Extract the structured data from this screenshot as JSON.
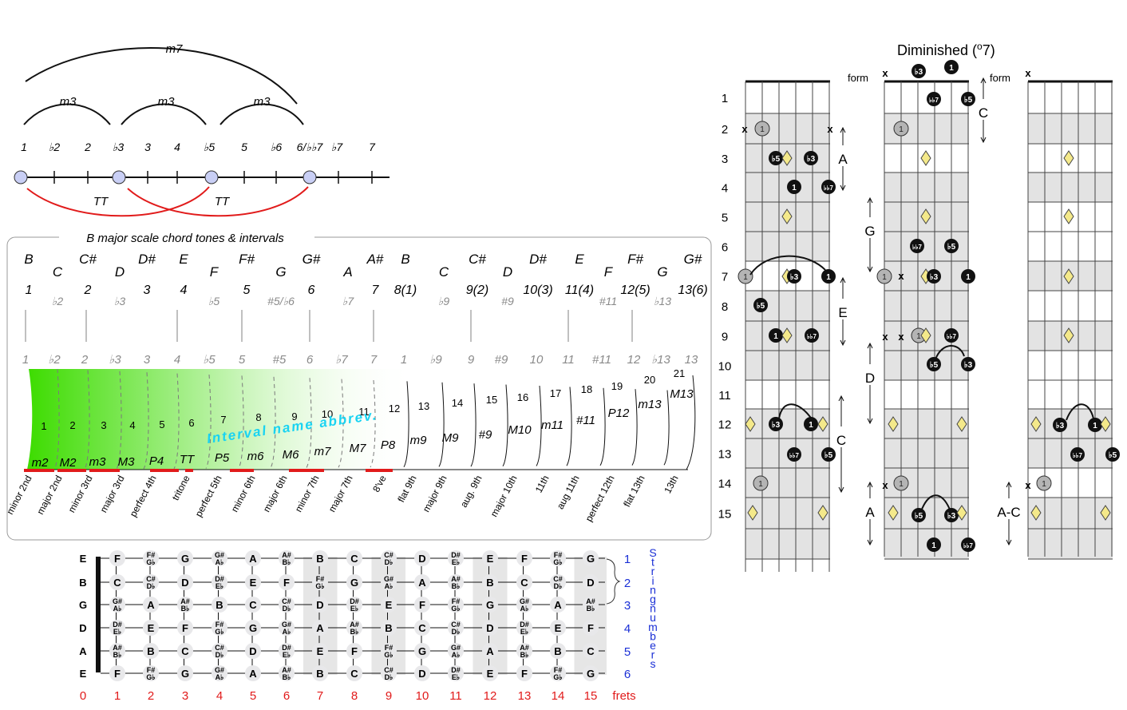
{
  "interval_line": {
    "degrees": [
      "1",
      "♭2",
      "2",
      "♭3",
      "3",
      "4",
      "♭5",
      "5",
      "♭6",
      "6/♭♭7",
      "♭7",
      "7"
    ],
    "arcs_top": [
      "m7",
      "m3",
      "m3",
      "m3"
    ],
    "tritones": [
      "TT",
      "TT"
    ]
  },
  "scale_box": {
    "title": "B major scale chord tones & intervals",
    "notes": [
      "B",
      "C",
      "C#",
      "D",
      "D#",
      "E",
      "F",
      "F#",
      "G",
      "G#",
      "A",
      "A#",
      "B",
      "C",
      "C#",
      "D",
      "D#",
      "E",
      "F",
      "F#",
      "G",
      "G#"
    ],
    "degrees": [
      "1",
      "♭2",
      "2",
      "♭3",
      "3",
      "4",
      "♭5",
      "5",
      "#5/♭6",
      "6",
      "♭7",
      "7",
      "8(1)",
      "♭9",
      "9(2)",
      "#9",
      "10(3)",
      "11(4)",
      "#11",
      "12(5)",
      "♭13",
      "13(6)"
    ],
    "degrees_small": [
      "1",
      "♭2",
      "2",
      "♭3",
      "3",
      "4",
      "♭5",
      "5",
      "#5",
      "6",
      "♭7",
      "7",
      "1",
      "♭9",
      "9",
      "#9",
      "10",
      "11",
      "#11",
      "12",
      "♭13",
      "13"
    ],
    "semitones": [
      "1",
      "2",
      "3",
      "4",
      "5",
      "6",
      "7",
      "8",
      "9",
      "10",
      "11",
      "12",
      "13",
      "14",
      "15",
      "16",
      "17",
      "18",
      "19",
      "20",
      "21"
    ],
    "abbrevs": [
      "m2",
      "M2",
      "m3",
      "M3",
      "P4",
      "TT",
      "P5",
      "m6",
      "M6",
      "m7",
      "M7",
      "P8",
      "m9",
      "M9",
      "#9",
      "M10",
      "m11",
      "#11",
      "P12",
      "m13",
      "M13"
    ],
    "names": [
      "minor 2nd",
      "major 2nd",
      "minor 3rd",
      "major 3rd",
      "perfect 4th",
      "tritone",
      "perfect 5th",
      "minor 6th",
      "major 6th",
      "minor 7th",
      "major 7th",
      "8've",
      "flat 9th",
      "major 9th",
      "aug. 9th",
      "major 10th",
      "11th",
      "aug 11th",
      "perfect 12th",
      "flat 13th",
      "13th"
    ],
    "overlay_label": "Interval name abbrev."
  },
  "fretboard": {
    "open_strings": [
      "E",
      "B",
      "G",
      "D",
      "A",
      "E"
    ],
    "rows": [
      [
        "F",
        "F#/G♭",
        "G",
        "G#/A♭",
        "A",
        "A#/B♭",
        "B",
        "C",
        "C#/D♭",
        "D",
        "D#/E♭",
        "E",
        "F",
        "F#/G♭",
        "G"
      ],
      [
        "C",
        "C#/D♭",
        "D",
        "D#/E♭",
        "E",
        "F",
        "F#/G♭",
        "G",
        "G#/A♭",
        "A",
        "A#/B♭",
        "B",
        "C",
        "C#/D♭",
        "D"
      ],
      [
        "G#/A♭",
        "A",
        "A#/B♭",
        "B",
        "C",
        "C#/D♭",
        "D",
        "D#/E♭",
        "E",
        "F",
        "F#/G♭",
        "G",
        "G#/A♭",
        "A",
        "A#/B♭"
      ],
      [
        "D#/E♭",
        "E",
        "F",
        "F#/G♭",
        "G",
        "G#/A♭",
        "A",
        "A#/B♭",
        "B",
        "C",
        "C#/D♭",
        "D",
        "D#/E♭",
        "E",
        "F"
      ],
      [
        "A#/B♭",
        "B",
        "C",
        "C#/D♭",
        "D",
        "D#/E♭",
        "E",
        "F",
        "F#/G♭",
        "G",
        "G#/A♭",
        "A",
        "A#/B♭",
        "B",
        "C"
      ],
      [
        "F",
        "F#/G♭",
        "G",
        "G#/A♭",
        "A",
        "A#/B♭",
        "B",
        "C",
        "C#/D♭",
        "D",
        "D#/E♭",
        "E",
        "F",
        "F#/G♭",
        "G"
      ]
    ],
    "fret_numbers": [
      "0",
      "1",
      "2",
      "3",
      "4",
      "5",
      "6",
      "7",
      "8",
      "9",
      "10",
      "11",
      "12",
      "13",
      "14",
      "15"
    ],
    "frets_label": "frets",
    "string_numbers": [
      "1",
      "2",
      "3",
      "4",
      "5",
      "6"
    ],
    "string_numbers_label": "String numbers",
    "accent_color": "#e11b1b",
    "blue_color": "#1a2fd6"
  },
  "chord_diagram": {
    "title": "Diminished (o7)",
    "title_main": "Diminished (",
    "title_sup": "o",
    "title_end": "7)",
    "form_label": "form",
    "fret_numbers": [
      "1",
      "2",
      "3",
      "4",
      "5",
      "6",
      "7",
      "8",
      "9",
      "10",
      "11",
      "12",
      "13",
      "14",
      "15"
    ],
    "mute_mark": "x",
    "dot_labels": {
      "root": "1",
      "third": "♭3",
      "fifth": "♭5",
      "seventh": "♭♭7"
    },
    "form_labels": [
      "C",
      "A",
      "G",
      "E",
      "D",
      "C",
      "A",
      "A-C"
    ]
  }
}
